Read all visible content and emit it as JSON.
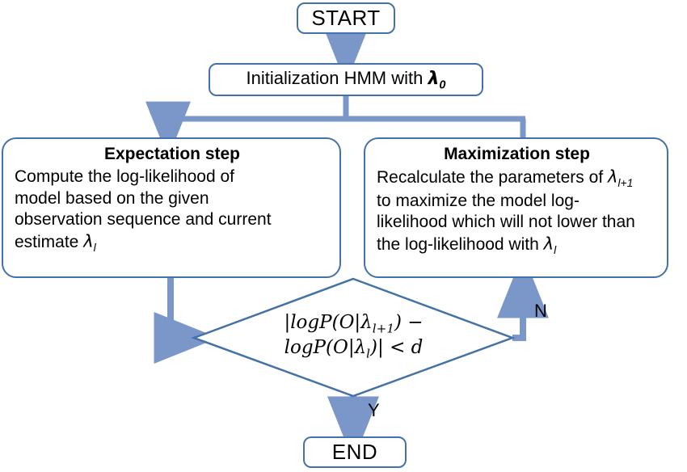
{
  "diagram": {
    "title": "HMM Baum-Welch (EM) training flowchart",
    "colors": {
      "node_border": "#4472a8",
      "connector": "#7b96c8",
      "node_fill": "#ffffff",
      "text": "#000000"
    }
  },
  "nodes": {
    "start": {
      "shape": "terminator",
      "label": "START"
    },
    "initialization": {
      "shape": "process",
      "text_prefix": "Initialization HMM with ",
      "symbol": "λ",
      "subscript": "0"
    },
    "expectation": {
      "shape": "process",
      "title": "Expectation step",
      "line1": "Compute the log-likelihood of",
      "line2": "model based on the given",
      "line3": "observation sequence and current",
      "line4_prefix": "estimate ",
      "line4_symbol": "λ",
      "line4_subscript": "l"
    },
    "maximization": {
      "shape": "process",
      "title": "Maximization step",
      "line1_prefix": "Recalculate the parameters of ",
      "line1_symbol": "λ",
      "line1_subscript": "l+1",
      "line2": "to maximize the model log-",
      "line3": "likelihood which will not lower than",
      "line4_prefix": "the log-likelihood with ",
      "line4_symbol": "λ",
      "line4_subscript": "l"
    },
    "decision": {
      "shape": "diamond",
      "line1": "|logP(O|λ",
      "line1_sub": "l+1",
      "line1_tail": ") −",
      "line2": "logP(O|λ",
      "line2_sub": "l",
      "line2_tail": ")| < d"
    },
    "end": {
      "shape": "terminator",
      "label": "END"
    }
  },
  "edges": {
    "start_to_init": {
      "from": "start",
      "to": "initialization",
      "label": ""
    },
    "init_to_expectation": {
      "from": "initialization",
      "to": "expectation",
      "label": ""
    },
    "init_to_maximization": {
      "from": "initialization",
      "to": "maximization",
      "label": ""
    },
    "expectation_to_decision": {
      "from": "expectation",
      "to": "decision",
      "label": ""
    },
    "decision_no": {
      "from": "decision",
      "to": "maximization",
      "label": "N"
    },
    "decision_yes": {
      "from": "decision",
      "to": "end",
      "label": "Y"
    }
  }
}
